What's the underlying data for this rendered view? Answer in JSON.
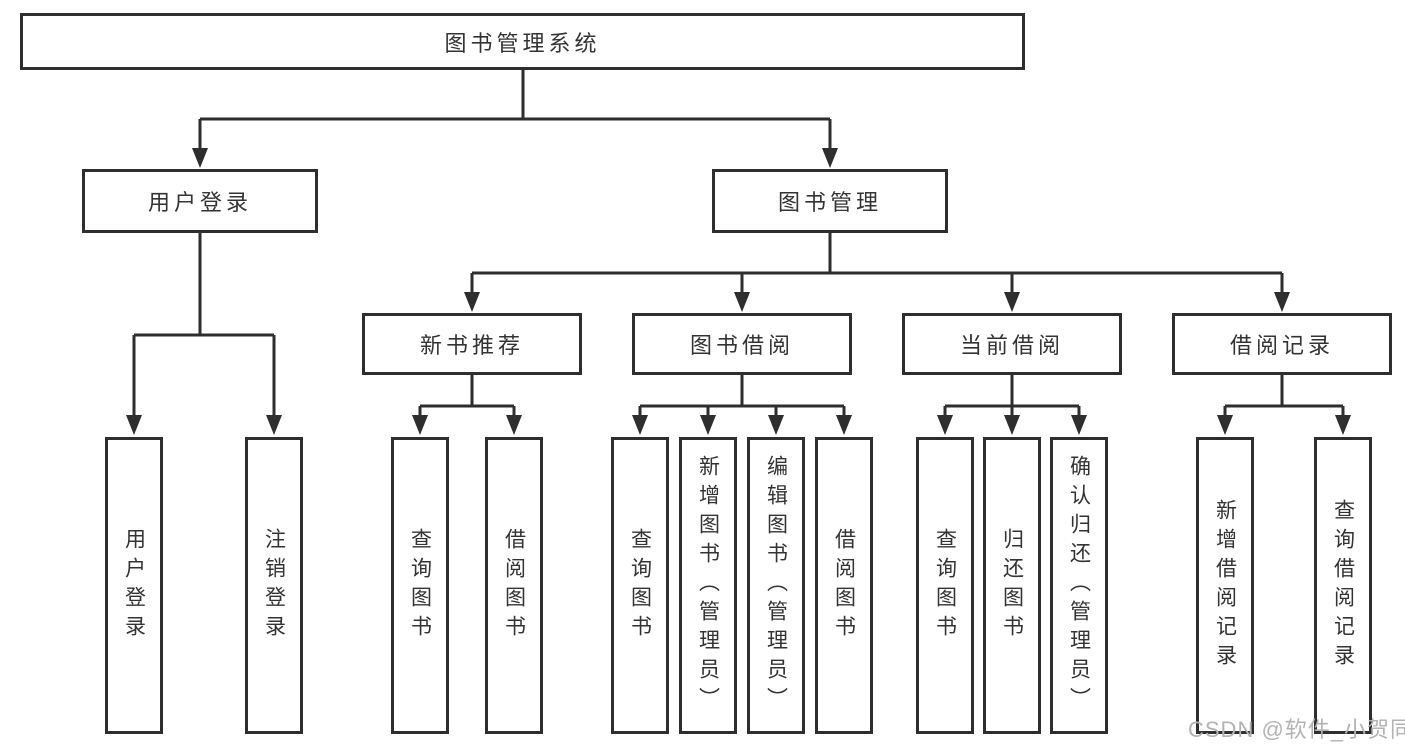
{
  "diagram": {
    "root": {
      "label": "图书管理系统"
    },
    "branches": [
      {
        "label": "用户登录",
        "children": [
          {
            "label": "用户登录"
          },
          {
            "label": "注销登录"
          }
        ]
      },
      {
        "label": "图书管理",
        "children": [
          {
            "label": "新书推荐",
            "children": [
              {
                "label": "查询图书"
              },
              {
                "label": "借阅图书"
              }
            ]
          },
          {
            "label": "图书借阅",
            "children": [
              {
                "label": "查询图书"
              },
              {
                "label": "新增图书（管理员）"
              },
              {
                "label": "编辑图书（管理员）"
              },
              {
                "label": "借阅图书"
              }
            ]
          },
          {
            "label": "当前借阅",
            "children": [
              {
                "label": "查询图书"
              },
              {
                "label": "归还图书"
              },
              {
                "label": "确认归还（管理员）"
              }
            ]
          },
          {
            "label": "借阅记录",
            "children": [
              {
                "label": "新增借阅记录"
              },
              {
                "label": "查询借阅记录"
              }
            ]
          }
        ]
      }
    ]
  },
  "watermark": {
    "text": "CSDN @软件_小贺同学"
  },
  "colors": {
    "line": "#2e2e2e",
    "text": "#333333",
    "background": "#ffffff",
    "watermark": "#b3b3b3"
  }
}
